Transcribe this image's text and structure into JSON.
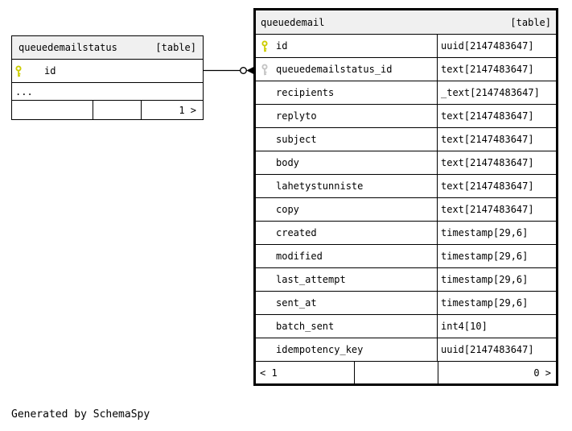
{
  "page": {
    "footer_note": "Generated by SchemaSpy"
  },
  "colors": {
    "header_bg": "#f0f0f0",
    "pk_key": "#cccc00",
    "fk_key": "#c4c4c4",
    "border": "#000000"
  },
  "relationship": {
    "from": "queuedemailstatus.id",
    "to": "queuedemail.queuedemailstatus_id"
  },
  "tables": {
    "queuedemailstatus": {
      "name": "queuedemailstatus",
      "tag": "[table]",
      "columns": [
        {
          "name": "id",
          "type": "",
          "key": "pk"
        }
      ],
      "more_indicator": "...",
      "pager": {
        "left": "",
        "middle": "",
        "right": "1 >"
      }
    },
    "queuedemail": {
      "name": "queuedemail",
      "tag": "[table]",
      "columns": [
        {
          "name": "id",
          "type": "uuid[2147483647]",
          "key": "pk"
        },
        {
          "name": "queuedemailstatus_id",
          "type": "text[2147483647]",
          "key": "fk"
        },
        {
          "name": "recipients",
          "type": "_text[2147483647]",
          "key": ""
        },
        {
          "name": "replyto",
          "type": "text[2147483647]",
          "key": ""
        },
        {
          "name": "subject",
          "type": "text[2147483647]",
          "key": ""
        },
        {
          "name": "body",
          "type": "text[2147483647]",
          "key": ""
        },
        {
          "name": "lahetystunniste",
          "type": "text[2147483647]",
          "key": ""
        },
        {
          "name": "copy",
          "type": "text[2147483647]",
          "key": ""
        },
        {
          "name": "created",
          "type": "timestamp[29,6]",
          "key": ""
        },
        {
          "name": "modified",
          "type": "timestamp[29,6]",
          "key": ""
        },
        {
          "name": "last_attempt",
          "type": "timestamp[29,6]",
          "key": ""
        },
        {
          "name": "sent_at",
          "type": "timestamp[29,6]",
          "key": ""
        },
        {
          "name": "batch_sent",
          "type": "int4[10]",
          "key": ""
        },
        {
          "name": "idempotency_key",
          "type": "uuid[2147483647]",
          "key": ""
        }
      ],
      "pager": {
        "left": "< 1",
        "middle": "",
        "right": "0 >"
      }
    }
  }
}
